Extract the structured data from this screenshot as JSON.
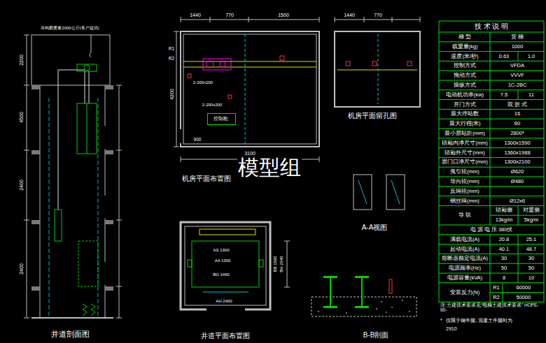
{
  "diagram": {
    "nodes": [
      {
        "text": [
          "控制柜"
        ]
      }
    ],
    "labels": [
      "技 术 说 明",
      "梯 型",
      "货 梯",
      "载重量(kg)",
      "1000",
      "速度(米/秒)",
      "0.63",
      "1.0",
      "控制方式",
      "VFDA",
      "拖动方式",
      "VVVF",
      "操纵方式",
      "1C-2BC",
      "电动机功率(kw)",
      "7.5",
      "11",
      "开门方式",
      "双 折 式",
      "最大停站数",
      "16",
      "最大行程(米)",
      "60",
      "最小层站距(mm)",
      "2800*",
      "轿厢内净尺寸(mm)",
      "1300x1590",
      "轿厢外尺寸(mm)",
      "1360x1988",
      "层门口净尺寸(mm)",
      "1300x2100",
      "曳引轮(mm)",
      "Ø620",
      "导向轮(mm)",
      "Ø480",
      "反绳轮(mm)",
      "钢丝绳(mm)",
      "Ø12x6",
      "导 轨",
      "轿厢侧",
      "对重侧",
      "13kg/m",
      "5kg/m",
      "电 源 电 压 380伏",
      "满载电流(A)",
      "20.8",
      "25.1",
      "起动电流(A)",
      "40.1",
      "48.7",
      "熔断器额定电流(A)",
      "30",
      "30",
      "电源频率(Hz)",
      "50",
      "50",
      "电源容量(kVA)",
      "8",
      "10",
      "安装反力(N)",
      "R1",
      "60000",
      "R2",
      "50000",
      "注:土建技术要求见“电梯土建技术要求” HOPE-II0-",
      "*",
      "仅限于钢牛腿, 混凝土牛腿时为",
      "2910",
      "吊钩载重量2000公斤(客户提供)",
      "2200",
      "4500",
      "2400",
      "2400",
      "井道剖面图",
      "1440",
      "770",
      "1500",
      "R1",
      "R2",
      "4200",
      "2-200x200",
      "2-200x200",
      "900",
      "3100",
      "机房平面布置图",
      "模型组",
      "1440",
      "770",
      "机房平面留孔图",
      "A-A视图",
      "AS 1300",
      "AA 1300",
      "BG 1460",
      "AH 2400",
      "BB 1590",
      "BH 2040",
      "井道平面布置图",
      "B-B剖面"
    ]
  }
}
